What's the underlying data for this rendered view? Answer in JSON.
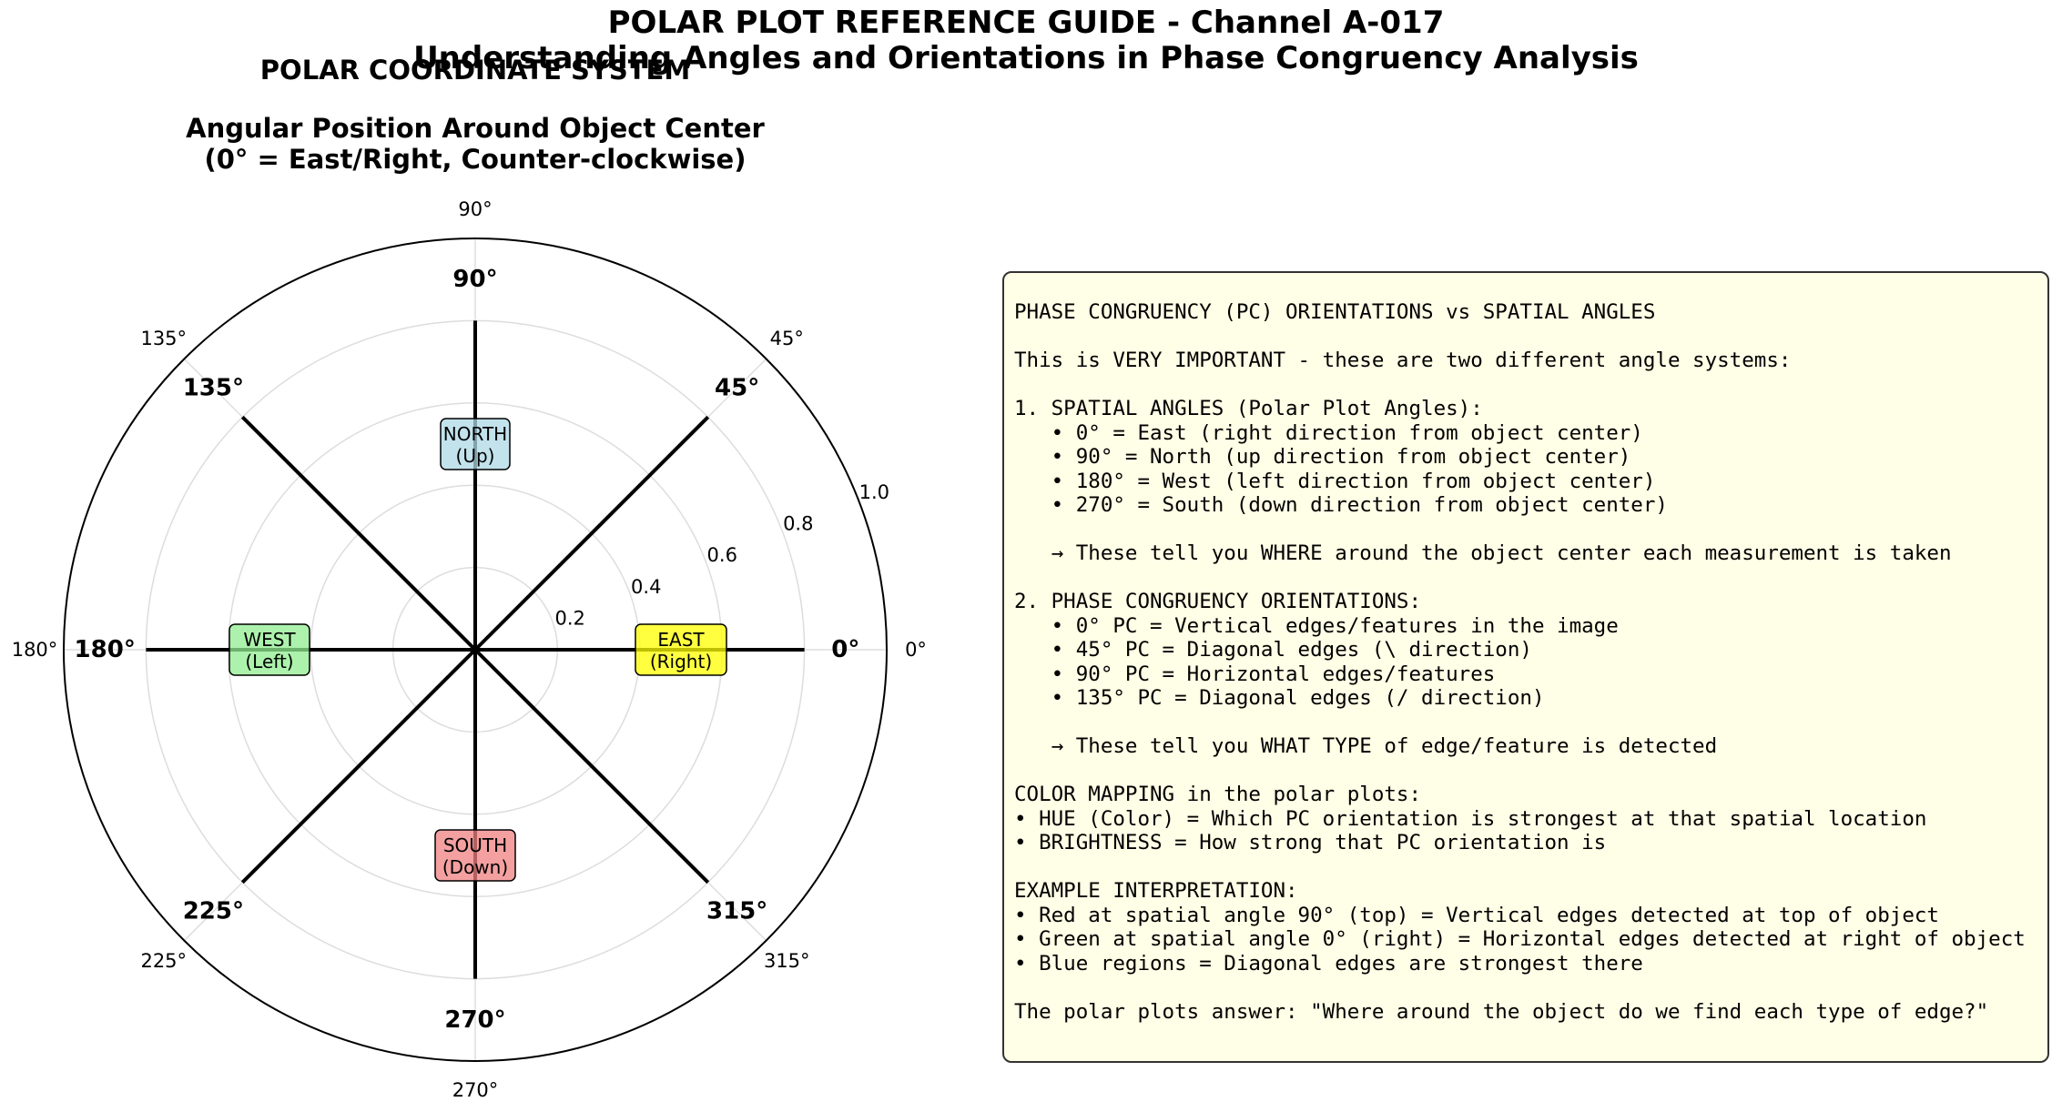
{
  "title": {
    "line1": "POLAR PLOT REFERENCE GUIDE - Channel A-017",
    "line2": "Understanding Angles and Orientations in Phase Congruency Analysis"
  },
  "polar_panel": {
    "heading": "POLAR COORDINATE SYSTEM",
    "subtitle_line1": "Angular Position Around Object Center",
    "subtitle_line2": "(0° = East/Right, Counter-clockwise)"
  },
  "chart_data": {
    "type": "polar",
    "title": "Angular Position Around Object Center (0° = East/Right, Counter-clockwise)",
    "theta_zero": "east",
    "theta_direction": "counter-clockwise",
    "rlim": [
      0,
      1.0
    ],
    "r_ticks": [
      {
        "value": 0.2,
        "label": "0.2"
      },
      {
        "value": 0.4,
        "label": "0.4"
      },
      {
        "value": 0.6,
        "label": "0.6"
      },
      {
        "value": 0.8,
        "label": "0.8"
      },
      {
        "value": 1.0,
        "label": "1.0"
      }
    ],
    "r_tick_angle": 22.5,
    "theta_ticks": [
      {
        "angle": 0,
        "label": "0°"
      },
      {
        "angle": 45,
        "label": "45°"
      },
      {
        "angle": 90,
        "label": "90°"
      },
      {
        "angle": 135,
        "label": "135°"
      },
      {
        "angle": 180,
        "label": "180°"
      },
      {
        "angle": 225,
        "label": "225°"
      },
      {
        "angle": 270,
        "label": "270°"
      },
      {
        "angle": 315,
        "label": "315°"
      }
    ],
    "grid": true,
    "series": [
      {
        "type": "spokes",
        "angles": [
          0,
          45,
          90,
          135,
          180,
          225,
          270,
          315
        ],
        "r": 0.8,
        "color": "#000000"
      }
    ],
    "annotations": [
      {
        "angle": 0,
        "r": 0.9,
        "text": "0°",
        "bold": true
      },
      {
        "angle": 45,
        "r": 0.9,
        "text": "45°",
        "bold": true
      },
      {
        "angle": 90,
        "r": 0.9,
        "text": "90°",
        "bold": true
      },
      {
        "angle": 135,
        "r": 0.9,
        "text": "135°",
        "bold": true
      },
      {
        "angle": 180,
        "r": 0.9,
        "text": "180°",
        "bold": true
      },
      {
        "angle": 225,
        "r": 0.9,
        "text": "225°",
        "bold": true
      },
      {
        "angle": 270,
        "r": 0.9,
        "text": "270°",
        "bold": true
      },
      {
        "angle": 315,
        "r": 0.9,
        "text": "315°",
        "bold": true
      }
    ],
    "regions": [
      {
        "angle": 90,
        "r": 0.5,
        "line1": "NORTH",
        "line2": "(Up)",
        "color": "#add8e6"
      },
      {
        "angle": 0,
        "r": 0.5,
        "line1": "EAST",
        "line2": "(Right)",
        "color": "#ffff00"
      },
      {
        "angle": 180,
        "r": 0.5,
        "line1": "WEST",
        "line2": "(Left)",
        "color": "#90ee90"
      },
      {
        "angle": 270,
        "r": 0.5,
        "line1": "SOUTH",
        "line2": "(Down)",
        "color": "#f08080"
      }
    ]
  },
  "info_box": {
    "lines": [
      "PHASE CONGRUENCY (PC) ORIENTATIONS vs SPATIAL ANGLES",
      "",
      "This is VERY IMPORTANT - these are two different angle systems:",
      "",
      "1. SPATIAL ANGLES (Polar Plot Angles):",
      "   • 0° = East (right direction from object center)",
      "   • 90° = North (up direction from object center)",
      "   • 180° = West (left direction from object center)",
      "   • 270° = South (down direction from object center)",
      "",
      "   → These tell you WHERE around the object center each measurement is taken",
      "",
      "2. PHASE CONGRUENCY ORIENTATIONS:",
      "   • 0° PC = Vertical edges/features in the image",
      "   • 45° PC = Diagonal edges (\\ direction)",
      "   • 90° PC = Horizontal edges/features",
      "   • 135° PC = Diagonal edges (/ direction)",
      "",
      "   → These tell you WHAT TYPE of edge/feature is detected",
      "",
      "COLOR MAPPING in the polar plots:",
      "• HUE (Color) = Which PC orientation is strongest at that spatial location",
      "• BRIGHTNESS = How strong that PC orientation is",
      "",
      "EXAMPLE INTERPRETATION:",
      "• Red at spatial angle 90° (top) = Vertical edges detected at top of object",
      "• Green at spatial angle 0° (right) = Horizontal edges detected at right of object",
      "• Blue regions = Diagonal edges are strongest there",
      "",
      "The polar plots answer: \"Where around the object do we find each type of edge?\""
    ],
    "background": "#fffee6"
  }
}
